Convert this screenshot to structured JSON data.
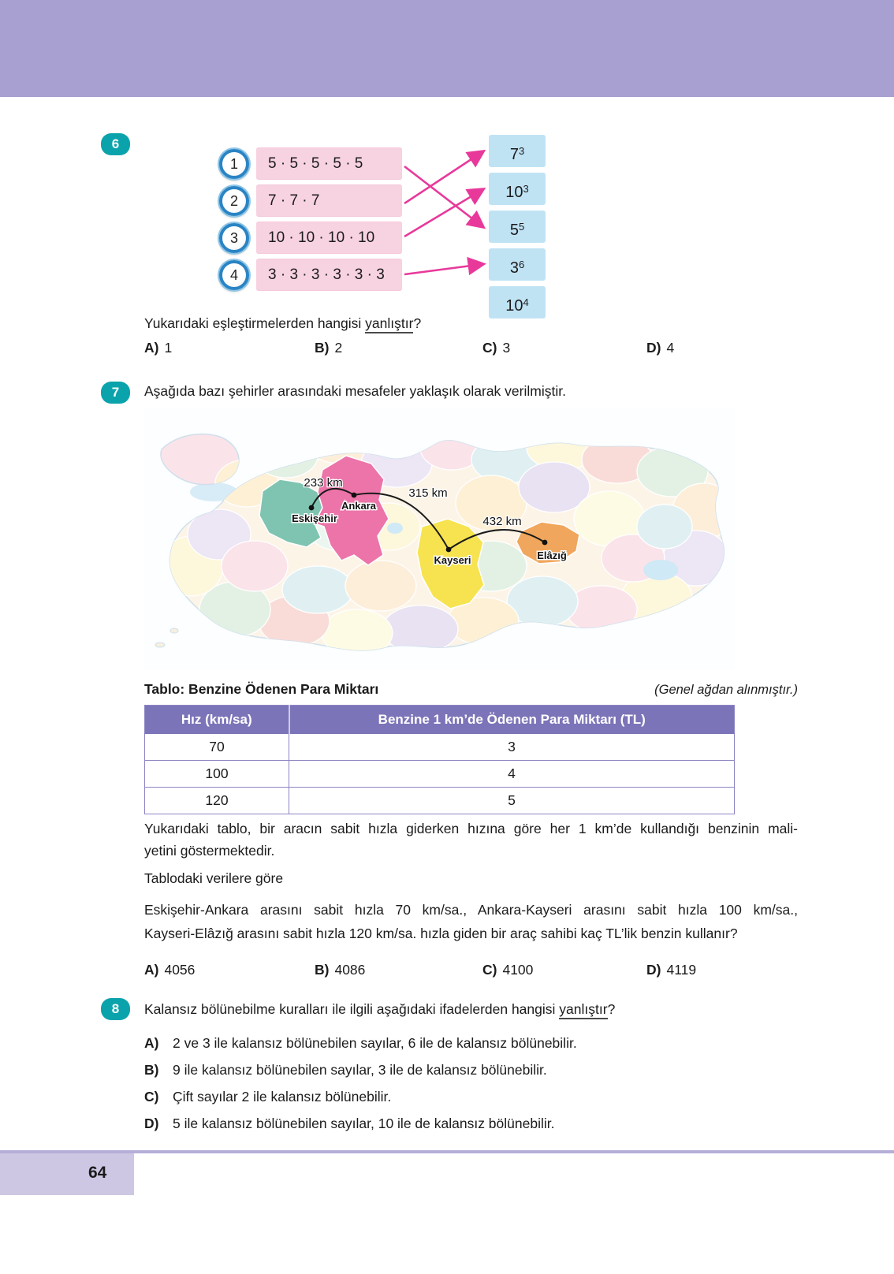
{
  "colors": {
    "top_band": "#a7a0d0",
    "badge_teal": "#0ba3ab",
    "pink_box": "#f7d2e0",
    "blue_box": "#c0e3f4",
    "arrow_magenta": "#e8399b",
    "table_header": "#7b74b8",
    "table_border": "#8d86c3",
    "footer_box": "#cdc7e4",
    "province_eskisehir": "#7fc4b0",
    "province_ankara": "#ec74a9",
    "province_kayseri": "#f6e34f",
    "province_elazig": "#f0a65c"
  },
  "q6": {
    "number": "6",
    "items": [
      {
        "num": "1",
        "expr": "5 · 5 · 5 · 5 · 5"
      },
      {
        "num": "2",
        "expr": "7 · 7 · 7"
      },
      {
        "num": "3",
        "expr": "10 · 10 · 10 · 10"
      },
      {
        "num": "4",
        "expr": "3 · 3 · 3 · 3 · 3 · 3"
      }
    ],
    "powers": [
      {
        "base": "7",
        "exp": "3"
      },
      {
        "base": "10",
        "exp": "3"
      },
      {
        "base": "5",
        "exp": "5"
      },
      {
        "base": "3",
        "exp": "6"
      },
      {
        "base": "10",
        "exp": "4"
      }
    ],
    "question": {
      "prefix": "Yukarıdaki eşleştirmelerden hangisi ",
      "underlined": "yanlıştır",
      "suffix": "?"
    },
    "options": [
      {
        "letter": "A)",
        "value": "1"
      },
      {
        "letter": "B)",
        "value": "2"
      },
      {
        "letter": "C)",
        "value": "3"
      },
      {
        "letter": "D)",
        "value": "4"
      }
    ]
  },
  "q7": {
    "number": "7",
    "intro": "Aşağıda bazı şehirler arasındaki mesafeler yaklaşık olarak verilmiştir.",
    "map": {
      "cities": [
        "Eskişehir",
        "Ankara",
        "Kayseri",
        "Elâzığ"
      ],
      "distances": [
        "233 km",
        "315 km",
        "432 km"
      ]
    },
    "table_title": "Tablo: Benzine Ödenen Para Miktarı",
    "source_note": "(Genel ağdan alınmıştır.)",
    "table": {
      "headers": [
        "Hız (km/sa)",
        "Benzine 1 km’de Ödenen Para Miktarı (TL)"
      ],
      "rows": [
        [
          "70",
          "3"
        ],
        [
          "100",
          "4"
        ],
        [
          "120",
          "5"
        ]
      ]
    },
    "para1_line1": "Yukarıdaki tablo, bir aracın sabit hızla giderken hızına göre her 1 km’de kullandığı benzinin mali-",
    "para1_line2": "yetini göstermektedir.",
    "para2": "Tablodaki verilere göre",
    "para3_line1": "Eskişehir-Ankara arasını sabit hızla 70 km/sa., Ankara-Kayseri arasını sabit hızla 100 km/sa.,",
    "para3_line2": "Kayseri-Elâzığ arasını sabit hızla 120 km/sa. hızla giden bir araç sahibi kaç TL’lik benzin kullanır?",
    "options": [
      {
        "letter": "A)",
        "value": "4056"
      },
      {
        "letter": "B)",
        "value": "4086"
      },
      {
        "letter": "C)",
        "value": "4100"
      },
      {
        "letter": "D)",
        "value": "4119"
      }
    ]
  },
  "q8": {
    "number": "8",
    "question": {
      "prefix": "Kalansız bölünebilme kuralları ile ilgili aşağıdaki ifadelerden hangisi ",
      "underlined": "yanlıştır",
      "suffix": "?"
    },
    "options": [
      {
        "letter": "A)",
        "text": "2 ve 3 ile kalansız bölünebilen sayılar, 6 ile de kalansız bölünebilir."
      },
      {
        "letter": "B)",
        "text": "9 ile kalansız bölünebilen sayılar, 3 ile de kalansız bölünebilir."
      },
      {
        "letter": "C)",
        "text": "Çift sayılar 2 ile kalansız bölünebilir."
      },
      {
        "letter": "D)",
        "text": "5 ile kalansız bölünebilen sayılar, 10 ile de kalansız bölünebilir."
      }
    ]
  },
  "footer": {
    "page_number": "64"
  }
}
